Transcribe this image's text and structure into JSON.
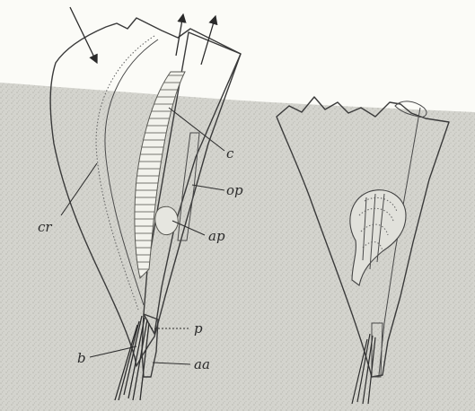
{
  "labels": {
    "c": "c",
    "op": "op",
    "ap": "ap",
    "cr": "cr",
    "p": "p",
    "b": "b",
    "aa": "aa"
  }
}
